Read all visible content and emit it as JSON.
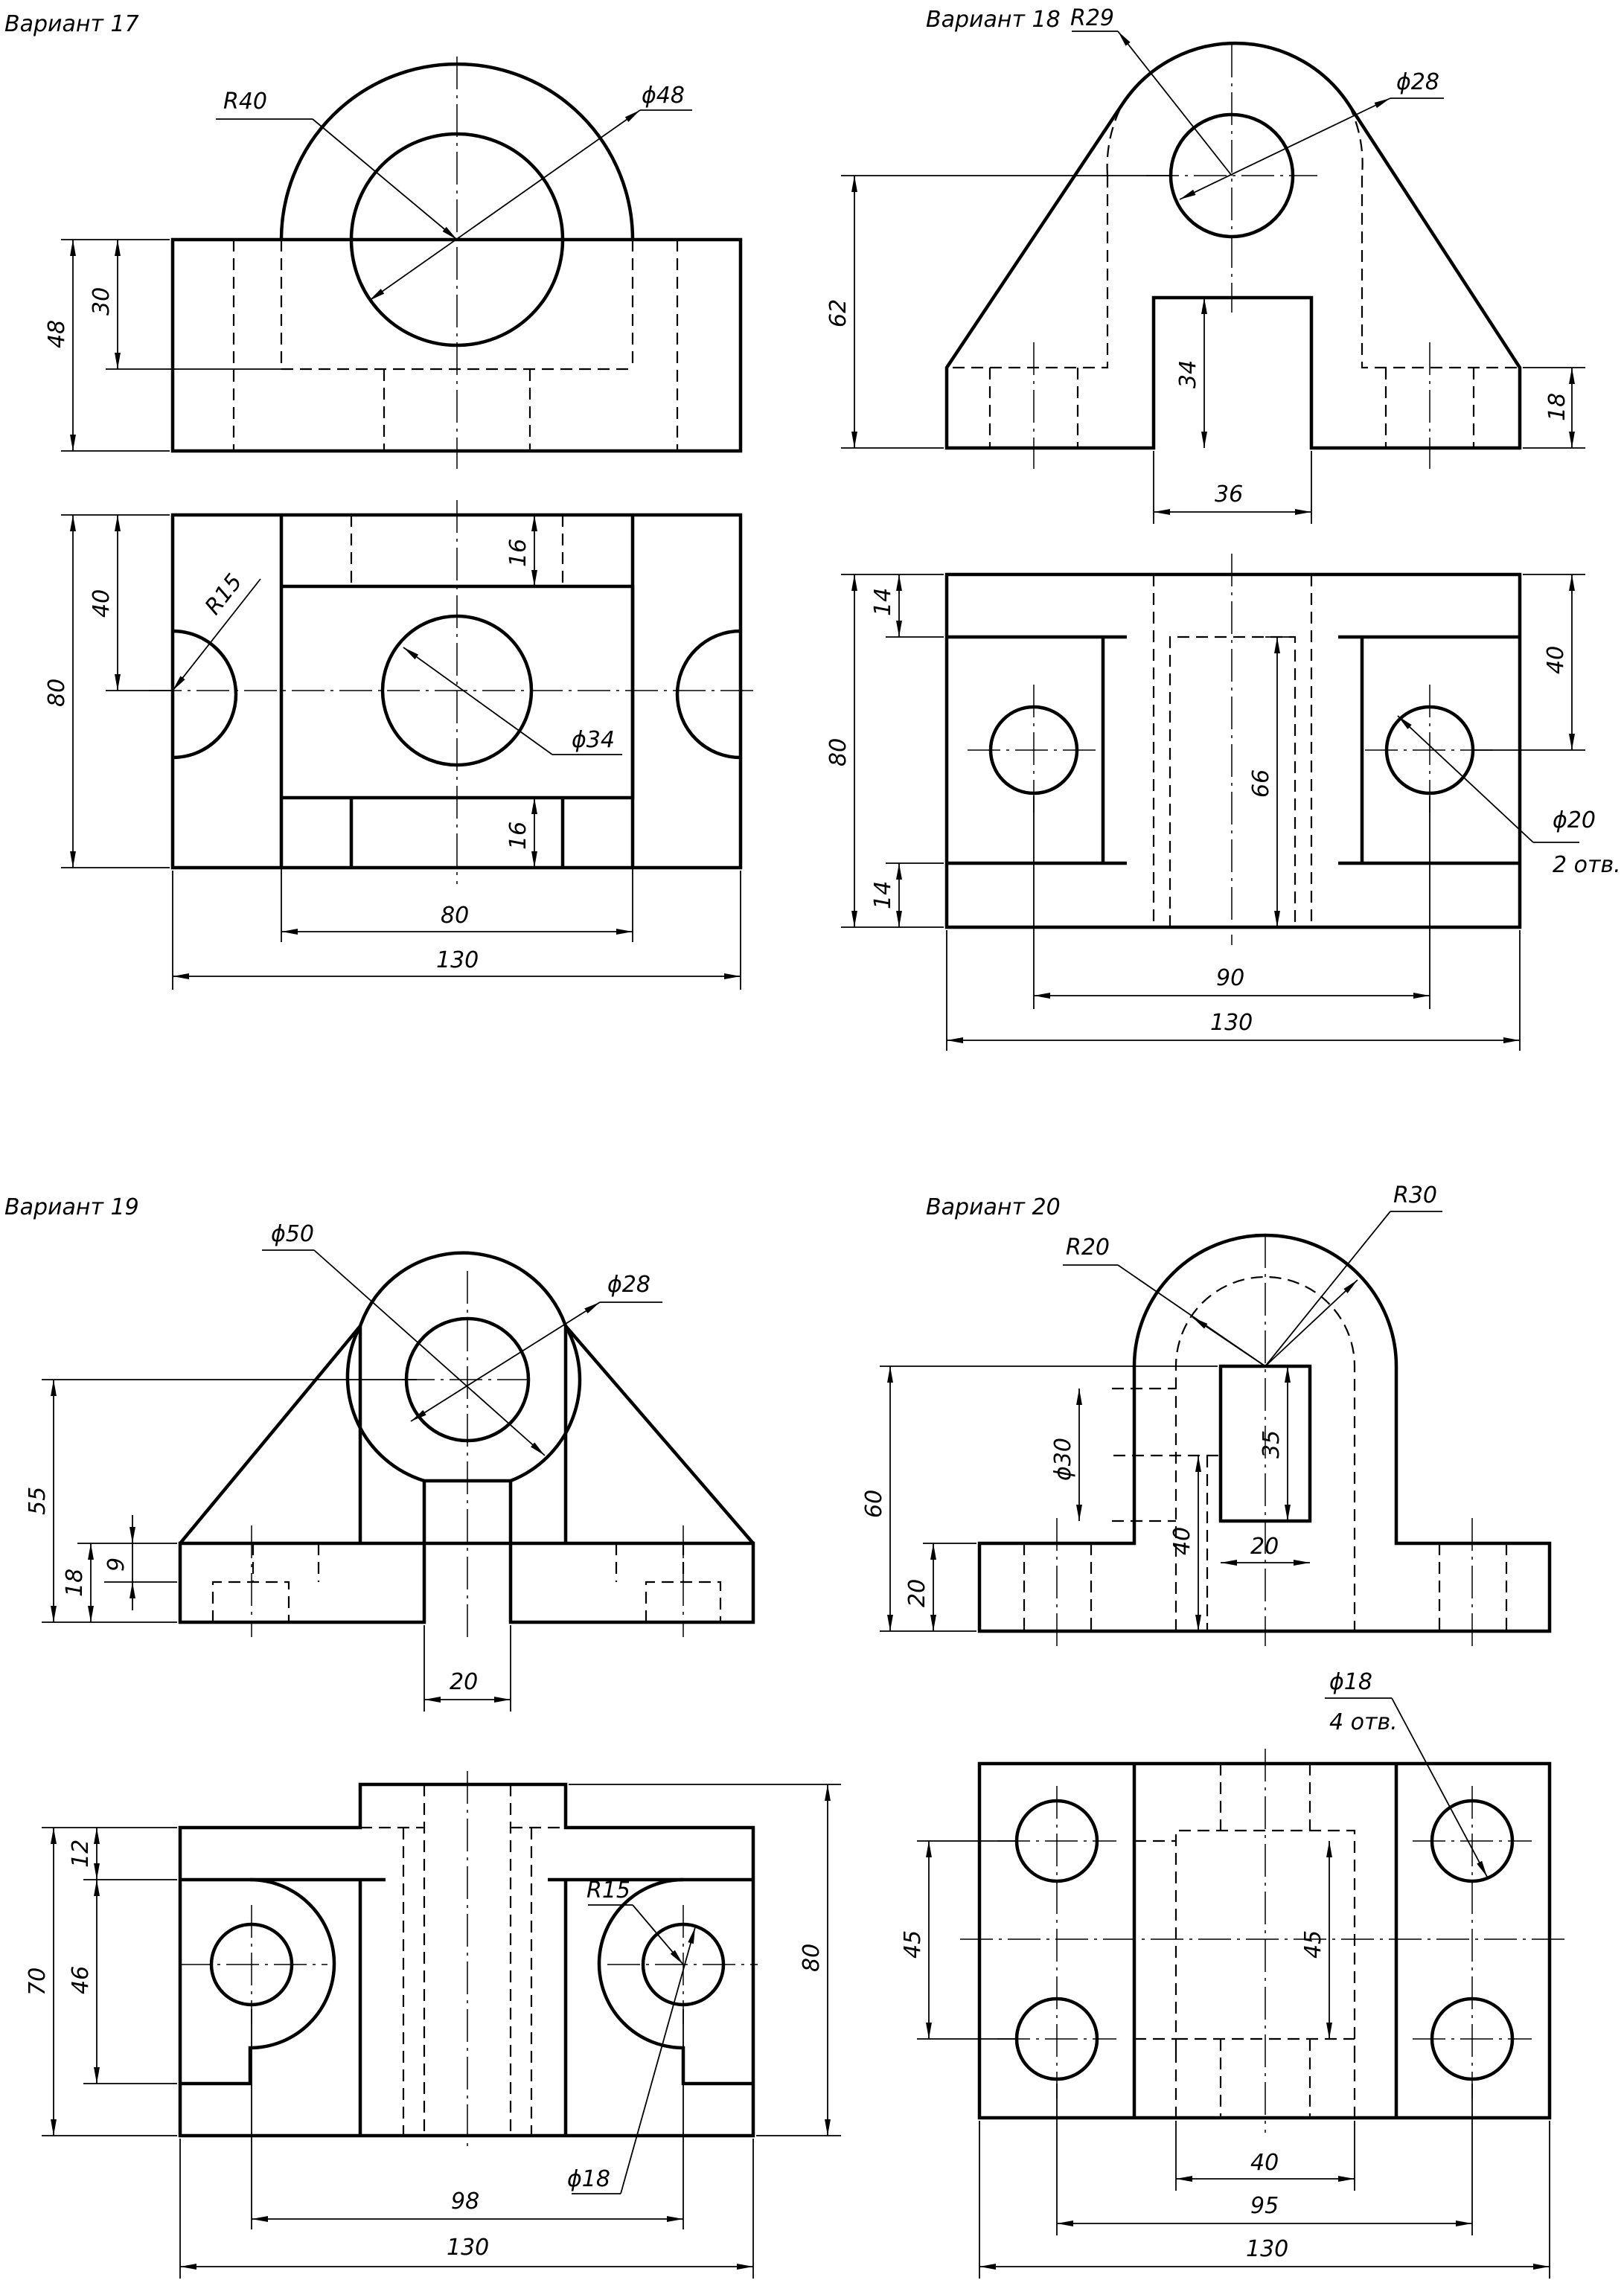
{
  "variants": [
    {
      "title": "Вариант 17",
      "dims": {
        "r40": "R40",
        "d48": "ϕ48",
        "v48": "48",
        "v30": "30",
        "v80": "80",
        "v40": "40",
        "r15": "R15",
        "v16a": "16",
        "v16b": "16",
        "d34": "ϕ34",
        "h80": "80",
        "h130": "130"
      }
    },
    {
      "title": "Вариант 18",
      "dims": {
        "r29": "R29",
        "d28": "ϕ28",
        "v62": "62",
        "v34": "34",
        "v18": "18",
        "h36": "36",
        "v14a": "14",
        "v14b": "14",
        "v80": "80",
        "v40": "40",
        "v66": "66",
        "d20": "ϕ20",
        "holes": "2 отв.",
        "h90": "90",
        "h130": "130"
      }
    },
    {
      "title": "Вариант 19",
      "dims": {
        "d50": "ϕ50",
        "d28": "ϕ28",
        "v55": "55",
        "v18": "18",
        "v9": "9",
        "h20": "20",
        "v12": "12",
        "v46": "46",
        "v70": "70",
        "r15": "R15",
        "v80": "80",
        "d18": "ϕ18",
        "h98": "98",
        "h130": "130"
      }
    },
    {
      "title": "Вариант 20",
      "dims": {
        "r30": "R30",
        "r20": "R20",
        "v60": "60",
        "d30": "ϕ30",
        "v35": "35",
        "v40": "40",
        "h20": "20",
        "v20": "20",
        "d18": "ϕ18",
        "holes": "4 отв.",
        "v45a": "45",
        "v45b": "45",
        "h40": "40",
        "h95": "95",
        "h130": "130"
      }
    }
  ]
}
